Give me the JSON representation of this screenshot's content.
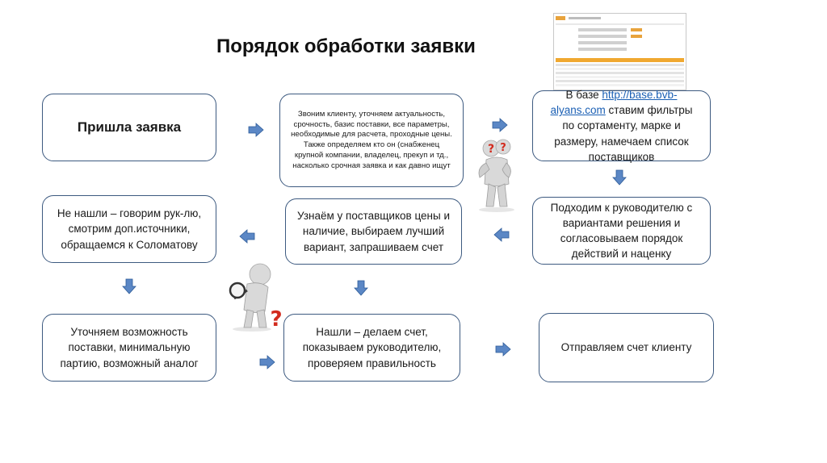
{
  "title": "Порядок обработки заявки",
  "colors": {
    "box_border": "#3d5a80",
    "arrow_fill": "#5b87c5",
    "arrow_stroke": "#2d5b98",
    "link": "#1a5fb4",
    "question_mark": "#d22b1e"
  },
  "steps": {
    "request": "Пришла заявка",
    "call_client": "Звоним клиенту, уточняем актуальность, срочность, базис поставки, все параметры, необходимые для расчета, проходные цены. Также определяем кто он (снабженец крупной компании, владелец, прекуп и тд., насколько срочная заявка и как давно ищут",
    "base_prefix": "В базе ",
    "base_link": "http://base.bvb-alyans.com",
    "base_suffix": " ставим фильтры по сортаменту, марке и размеру, намечаем список поставщиков",
    "manager": "Подходим к руководителю с вариантами решения и согласовываем порядок действий и наценку",
    "suppliers": "Узнаём у поставщиков цены и наличие, выбираем лучший вариант, запрашиваем счет",
    "not_found": "Не нашли – говорим рук-лю, смотрим доп.источники, обращаемся к Соломатову",
    "clarify": "Уточняем возможность поставки, минимальную партию, возможный аналог",
    "found": "Нашли – делаем счет, показываем руководителю, проверяем правильность",
    "send": "Отправляем счет клиенту"
  },
  "illustrations": {
    "screenshot": "database-screenshot",
    "figure_thinking": "thinking-person-icon",
    "figure_searching": "magnifier-person-icon",
    "question_mark": "?"
  }
}
